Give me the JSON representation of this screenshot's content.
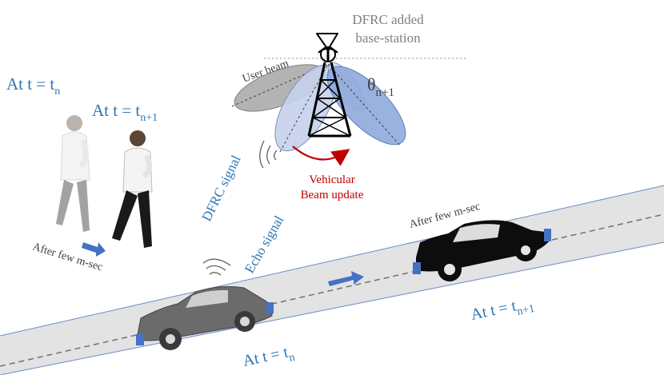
{
  "base_station": {
    "line1": "DFRC added",
    "line2": "base-station"
  },
  "beams": {
    "user_beam": "User beam",
    "theta_symbol": "θ",
    "theta_sub": "n+1",
    "update_line1": "Vehicular",
    "update_line2": "Beam update"
  },
  "signals": {
    "dfrc": "DFRC signal",
    "echo": "Echo signal"
  },
  "pedestrian": {
    "t1_prefix": "At t = t",
    "t1_sub": "n",
    "t2_prefix": "At t = t",
    "t2_sub": "n+1",
    "after": "After few m-sec"
  },
  "vehicle": {
    "t1_prefix": "At t = t",
    "t1_sub": "n",
    "t2_prefix": "At t = t",
    "t2_sub": "n+1",
    "after": "After few m-sec"
  },
  "colors": {
    "label_blue": "#2e75b6",
    "update_red": "#c00000",
    "road_fill": "#e3e3e3",
    "arrow_blue": "#4472c4"
  }
}
